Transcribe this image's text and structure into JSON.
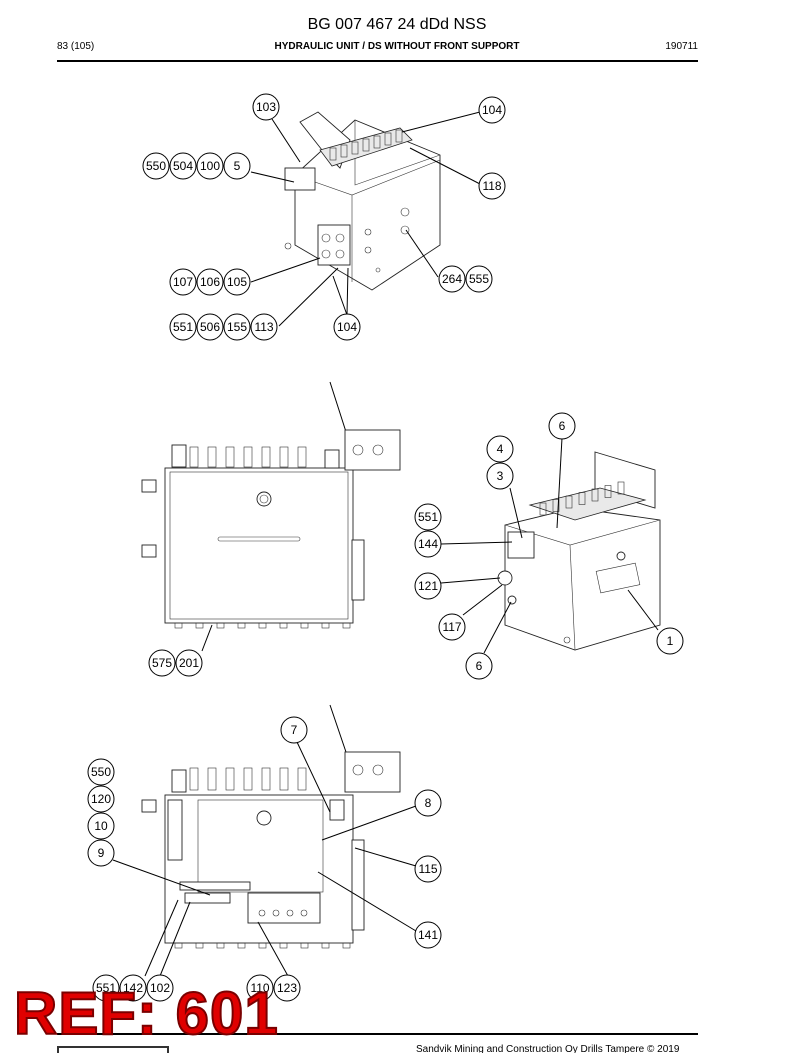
{
  "header": {
    "doc_id": "BG 007 467 24 dDd NSS",
    "page": "83 (105)",
    "title": "HYDRAULIC UNIT / DS WITHOUT FRONT SUPPORT",
    "date": "190711"
  },
  "callouts": {
    "fig1": [
      {
        "id": "c1",
        "label": "103"
      },
      {
        "id": "c2",
        "label": "104"
      },
      {
        "id": "c3",
        "label": "550"
      },
      {
        "id": "c4",
        "label": "504"
      },
      {
        "id": "c5",
        "label": "100"
      },
      {
        "id": "c6",
        "label": "5"
      },
      {
        "id": "c7",
        "label": "118"
      },
      {
        "id": "c8",
        "label": "107"
      },
      {
        "id": "c9",
        "label": "106"
      },
      {
        "id": "c10",
        "label": "105"
      },
      {
        "id": "c11",
        "label": "264"
      },
      {
        "id": "c12",
        "label": "555"
      },
      {
        "id": "c13",
        "label": "551"
      },
      {
        "id": "c14",
        "label": "506"
      },
      {
        "id": "c15",
        "label": "155"
      },
      {
        "id": "c16",
        "label": "113"
      },
      {
        "id": "c17",
        "label": "104"
      }
    ],
    "fig2": [
      {
        "id": "d1",
        "label": "575"
      },
      {
        "id": "d2",
        "label": "201"
      }
    ],
    "fig3": [
      {
        "id": "e1",
        "label": "6"
      },
      {
        "id": "e2",
        "label": "4"
      },
      {
        "id": "e3",
        "label": "3"
      },
      {
        "id": "e4",
        "label": "551"
      },
      {
        "id": "e5",
        "label": "144"
      },
      {
        "id": "e6",
        "label": "121"
      },
      {
        "id": "e7",
        "label": "117"
      },
      {
        "id": "e8",
        "label": "1"
      },
      {
        "id": "e9",
        "label": "6"
      }
    ],
    "fig4": [
      {
        "id": "f1",
        "label": "7"
      },
      {
        "id": "f2",
        "label": "550"
      },
      {
        "id": "f3",
        "label": "120"
      },
      {
        "id": "f4",
        "label": "10"
      },
      {
        "id": "f5",
        "label": "8"
      },
      {
        "id": "f6",
        "label": "9"
      },
      {
        "id": "f7",
        "label": "115"
      },
      {
        "id": "f8",
        "label": "141"
      },
      {
        "id": "f9",
        "label": "551"
      },
      {
        "id": "f10",
        "label": "142"
      },
      {
        "id": "f11",
        "label": "102"
      },
      {
        "id": "f12",
        "label": "110"
      },
      {
        "id": "f13",
        "label": "123"
      }
    ]
  },
  "stamp": {
    "text": "REF: 601"
  },
  "footer": {
    "text": "Sandvik Mining and Construction Oy Drills Tampere © 2019"
  }
}
